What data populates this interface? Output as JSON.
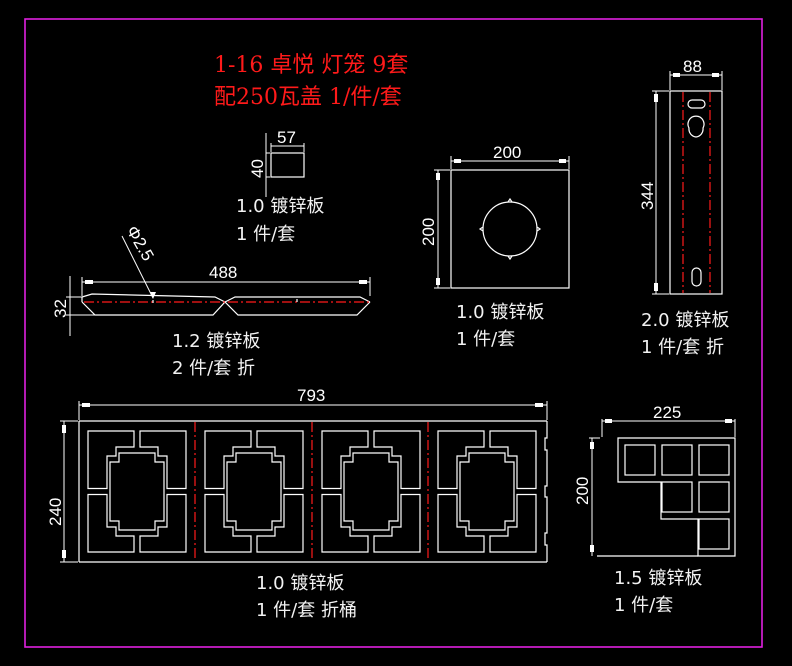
{
  "title": {
    "line1": "1-16 卓悦 灯笼 9套",
    "line2": "配250瓦盖 1/件/套",
    "color": "#ff1a1a"
  },
  "colors": {
    "background": "#000000",
    "frame": "#e020e0",
    "lines": "#ffffff",
    "centerline": "#ff1a1a"
  },
  "parts": {
    "small_plate": {
      "dim_width": "57",
      "dim_height": "40",
      "label1": "1.0 镀锌板",
      "label2": "1 件/套"
    },
    "long_strip": {
      "dim_length": "488",
      "dim_height": "32",
      "dim_hole": "Φ2.5",
      "label1": "1.2 镀锌板",
      "label2": "2 件/套 折"
    },
    "square_plate": {
      "dim_width": "200",
      "dim_height": "200",
      "label1": "1.0 镀锌板",
      "label2": "1 件/套"
    },
    "bracket": {
      "dim_width": "88",
      "dim_height": "344",
      "label1": "2.0 镀锌板",
      "label2": "1 件/套 折"
    },
    "panel": {
      "dim_width": "793",
      "dim_height": "240",
      "label1": "1.0 镀锌板",
      "label2": "1 件/套 折桶"
    },
    "corner_plate": {
      "dim_width": "225",
      "dim_height": "200",
      "label1": "1.5 镀锌板",
      "label2": "1 件/套"
    }
  }
}
